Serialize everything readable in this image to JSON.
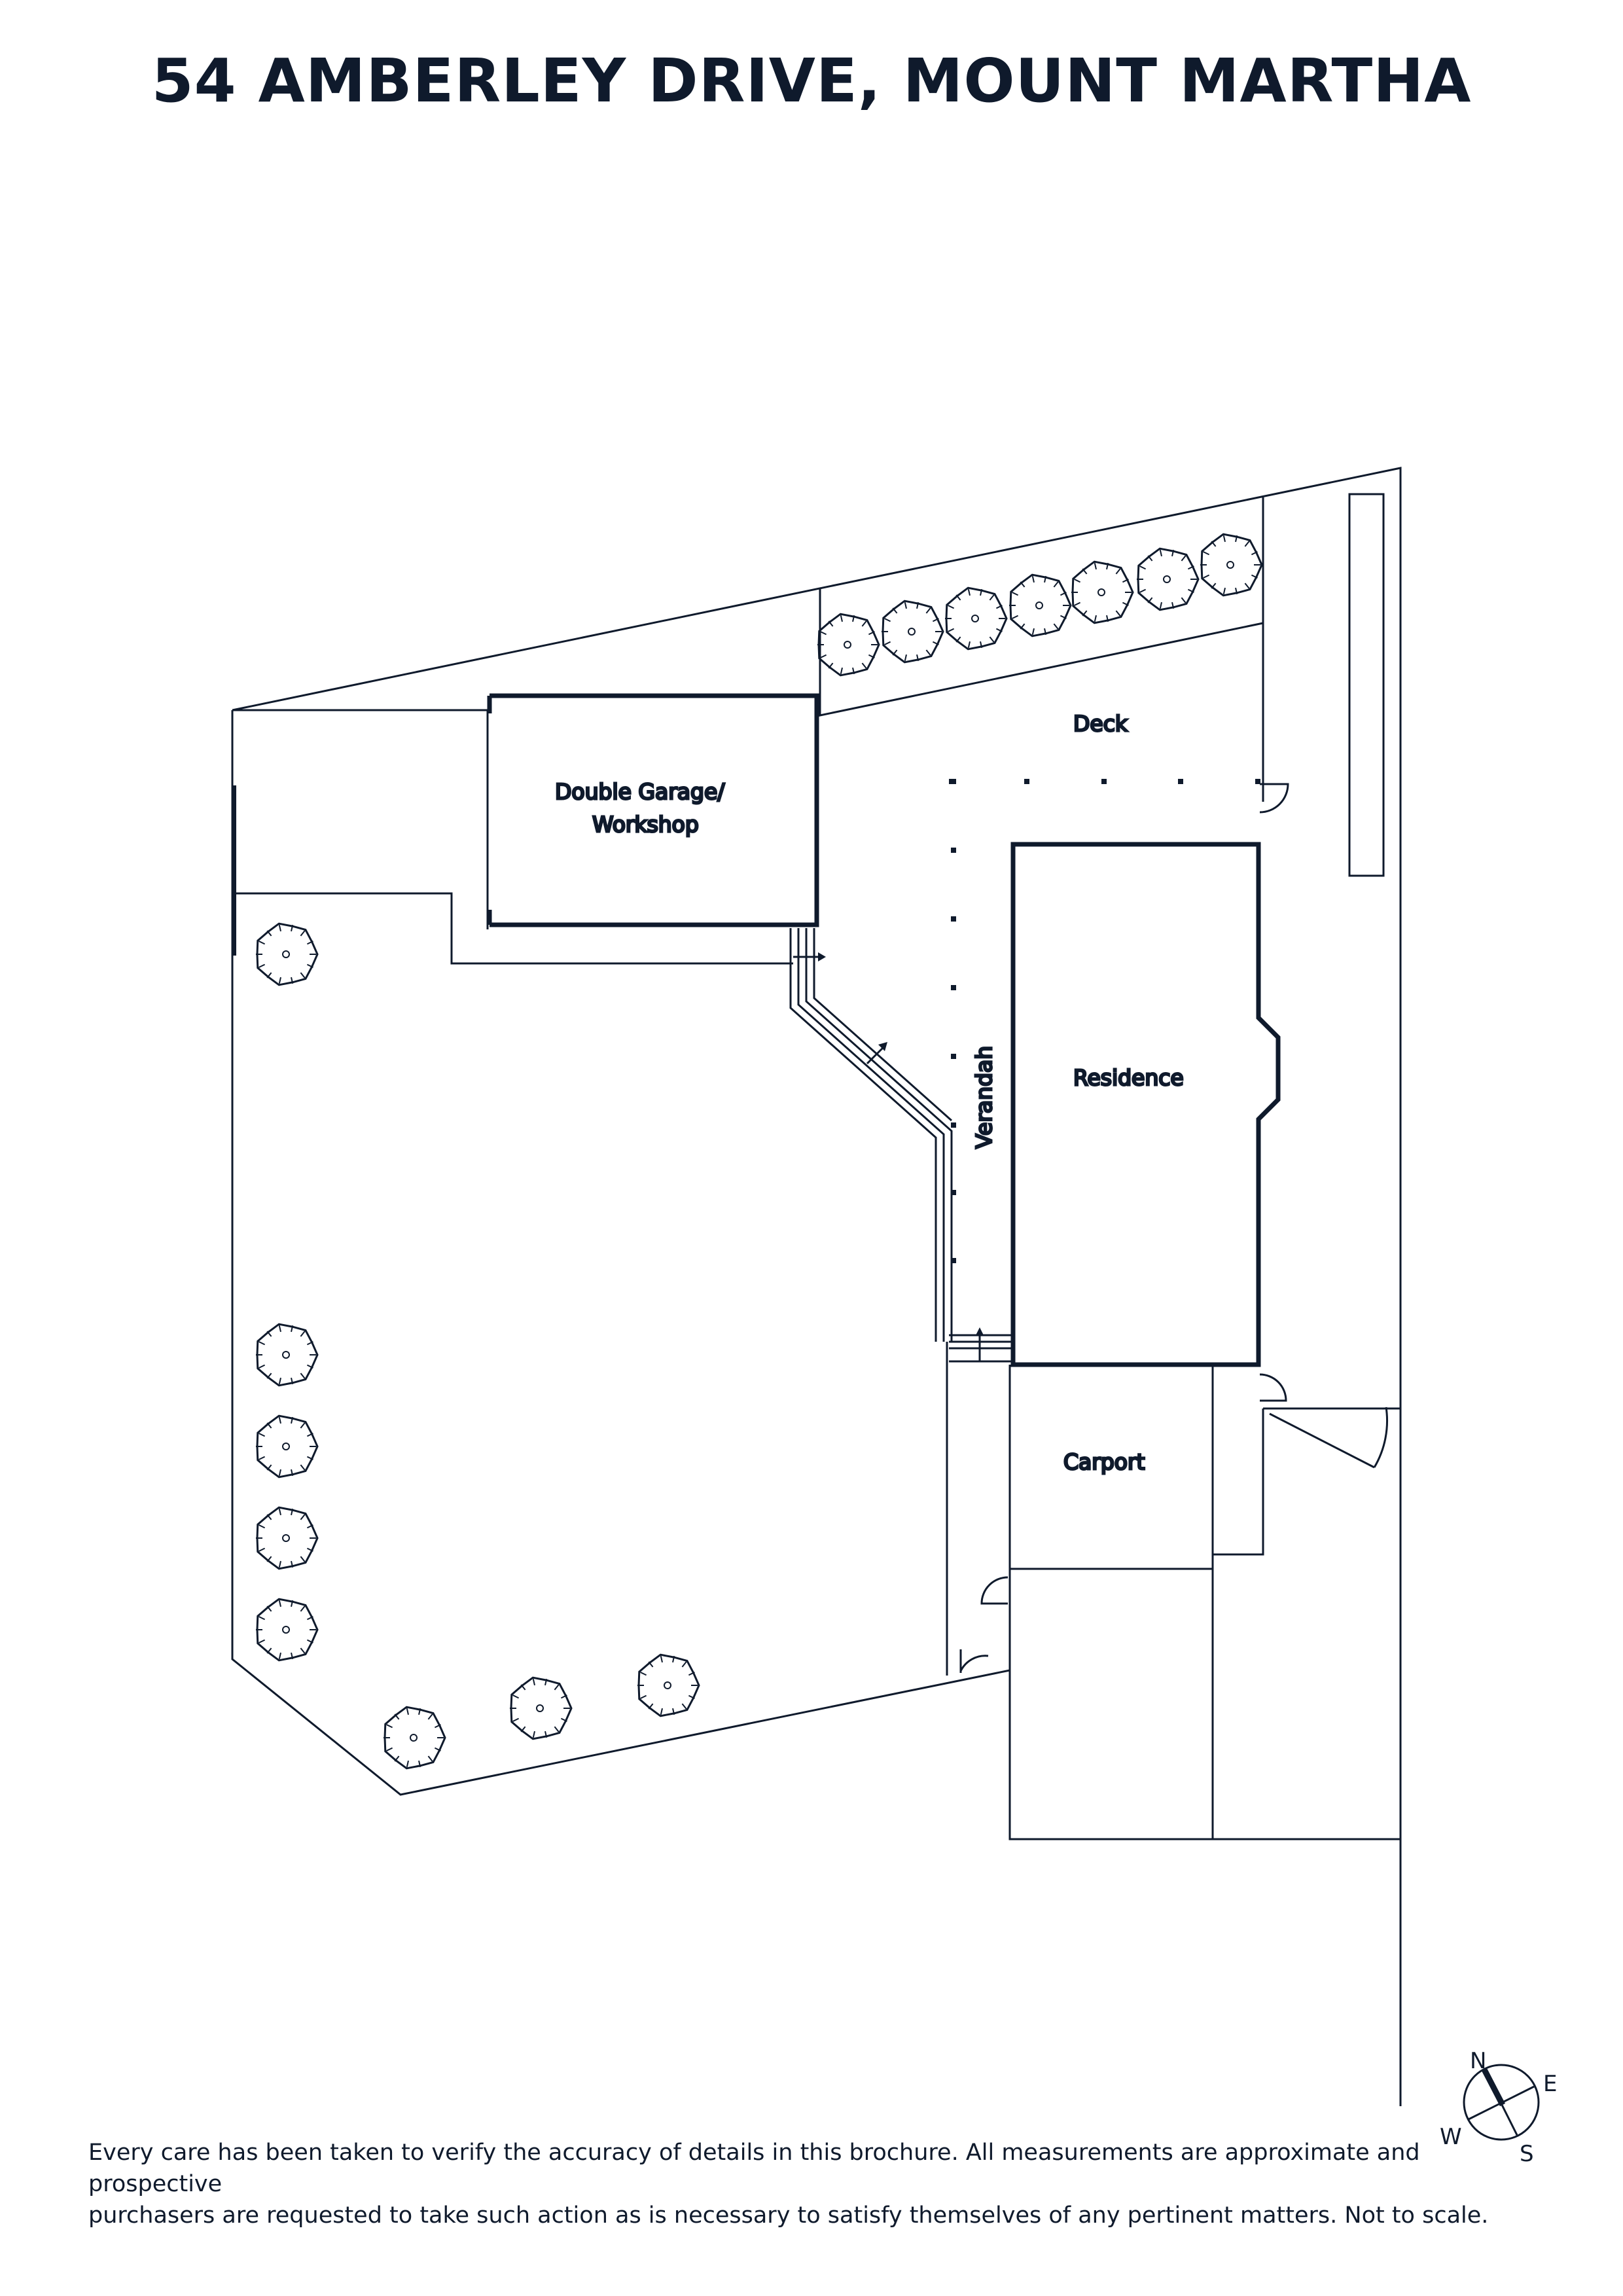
{
  "title": "54 AMBERLEY DRIVE, MOUNT MARTHA",
  "rooms": {
    "garage_line1": "Double Garage/",
    "garage_line2": "Workshop",
    "deck": "Deck",
    "verandah": "Verandah",
    "residence": "Residence",
    "carport": "Carport"
  },
  "compass": {
    "n": "N",
    "e": "E",
    "s": "S",
    "w": "W"
  },
  "disclaimer_line1": "Every care has been taken to verify the accuracy of details in this brochure. All measurements are approximate and prospective",
  "disclaimer_line2": "purchasers are requested to take such action as is necessary to satisfy themselves of any pertinent matters. Not to scale.",
  "colors": {
    "ink": "#0f1a2c",
    "background": "#ffffff"
  },
  "icons": [
    "tree-icon",
    "door-swing-icon",
    "compass-icon",
    "arrow-icon"
  ]
}
